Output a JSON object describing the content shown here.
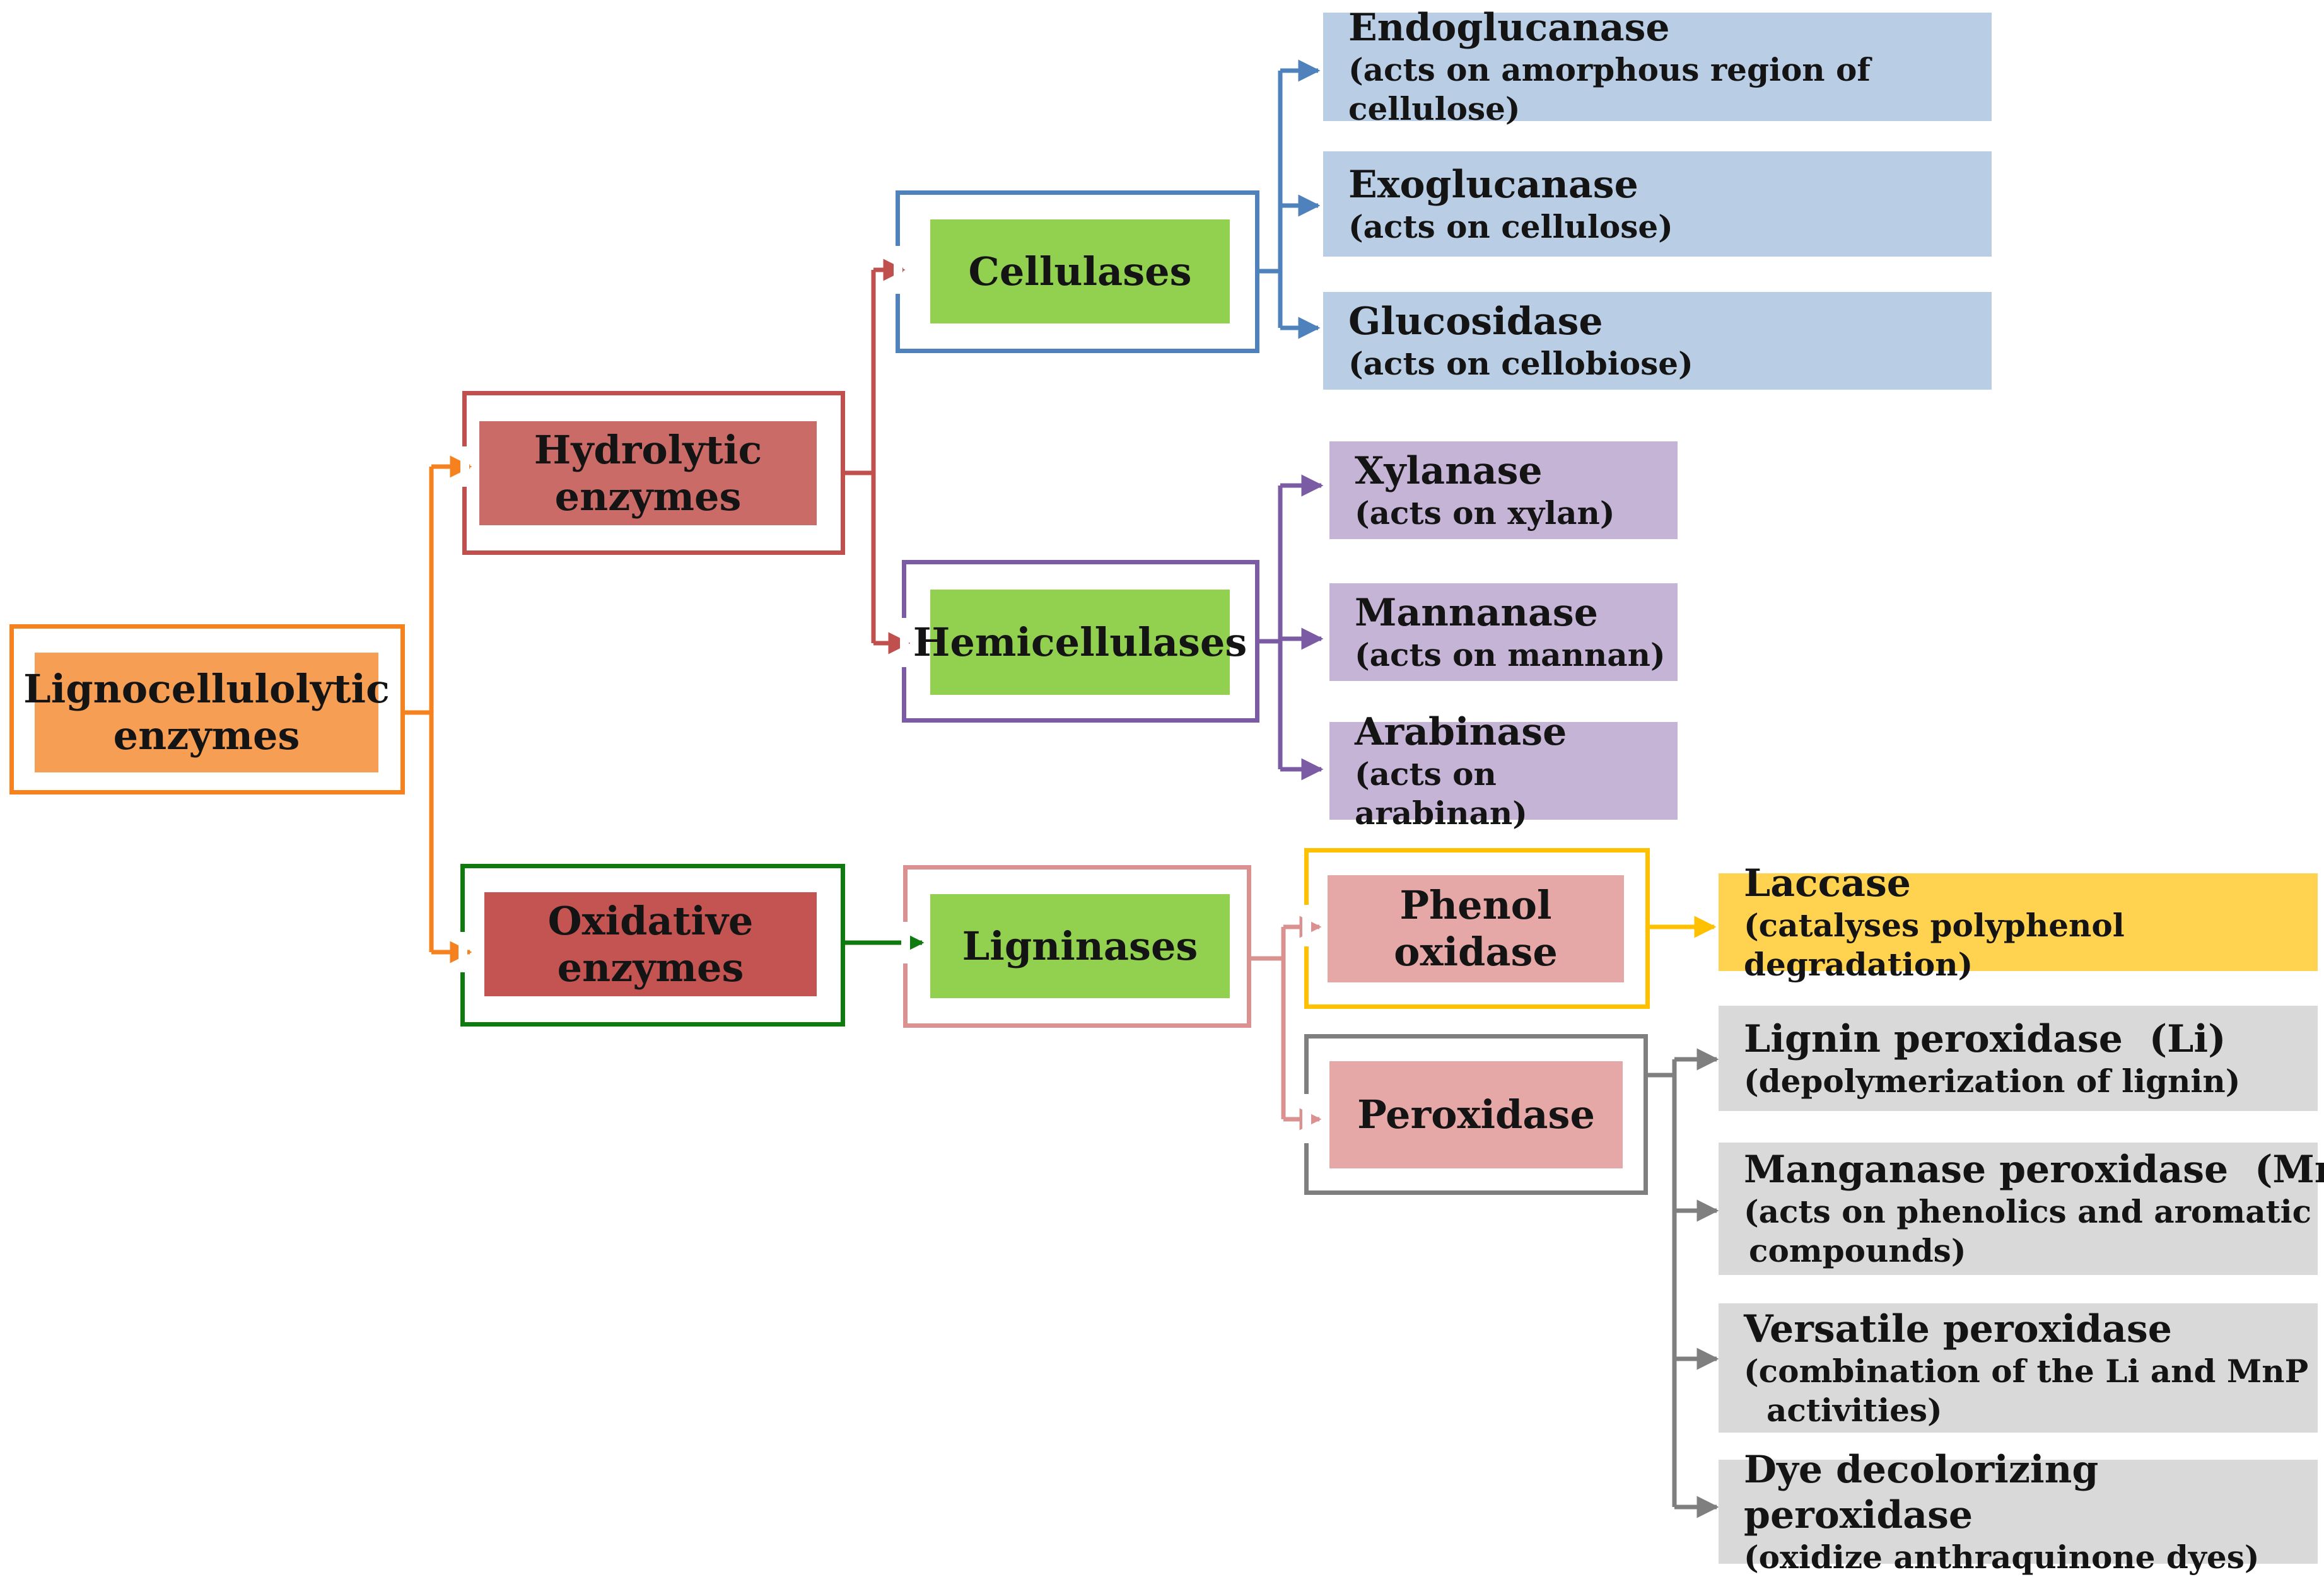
{
  "colors": {
    "orange": "#f6821f",
    "orange_fill": "#f79e55",
    "red": "#c0504d",
    "hydrolytic_fill": "#ca6b68",
    "oxidative_fill": "#c45452",
    "green_fill": "#92d050",
    "dark_green": "#0f7a0f",
    "blue": "#4f81bd",
    "blue_fill": "#b9cde4",
    "purple": "#7a5ba4",
    "purple_fill": "#c5b4d6",
    "salmon": "#da9190",
    "salmon_fill": "#e5a8a7",
    "yellow": "#ffc000",
    "yellow_fill": "#ffd34f",
    "gray": "#7f7f7f",
    "gray_fill": "#d9d9d9"
  },
  "nodes": {
    "lignocellulolytic": {
      "line1": "Lignocellulolytic",
      "line2": "enzymes"
    },
    "hydrolytic": {
      "line1": "Hydrolytic",
      "line2": "enzymes"
    },
    "oxidative": {
      "line1": "Oxidative",
      "line2": "enzymes"
    },
    "cellulases": {
      "label": "Cellulases"
    },
    "hemicellulases": {
      "label": "Hemicellulases"
    },
    "ligninases": {
      "label": "Ligninases"
    },
    "phenol_oxidase": {
      "line1": "Phenol",
      "line2": "oxidase"
    },
    "peroxidase": {
      "label": "Peroxidase"
    }
  },
  "cellulase_types": [
    {
      "name": "Endoglucanase",
      "desc": "(acts on amorphous region of cellulose)"
    },
    {
      "name": "Exoglucanase",
      "desc": "(acts on cellulose)"
    },
    {
      "name": "Glucosidase",
      "desc": "(acts on cellobiose)"
    }
  ],
  "hemicellulase_types": [
    {
      "name": "Xylanase",
      "desc": "(acts on xylan)"
    },
    {
      "name": "Mannanase",
      "desc": "(acts on mannan)"
    },
    {
      "name": "Arabinase",
      "desc": "(acts on arabinan)"
    }
  ],
  "phenol_oxidase_types": [
    {
      "name": "Laccase",
      "desc": "(catalyses polyphenol degradation)"
    }
  ],
  "peroxidase_types": [
    {
      "name": "Lignin peroxidase  (Li)",
      "desc": "(depolymerization of lignin)"
    },
    {
      "name": "Manganase peroxidase  (MnP)",
      "desc_line1": "(acts on phenolics and aromatic",
      "desc_line2": "compounds)"
    },
    {
      "name": "Versatile peroxidase",
      "desc_line1": "(combination of the Li and MnP",
      "desc_line2": "activities)"
    },
    {
      "name": "Dye decolorizing peroxidase",
      "desc": "(oxidize anthraquinone dyes)"
    }
  ]
}
